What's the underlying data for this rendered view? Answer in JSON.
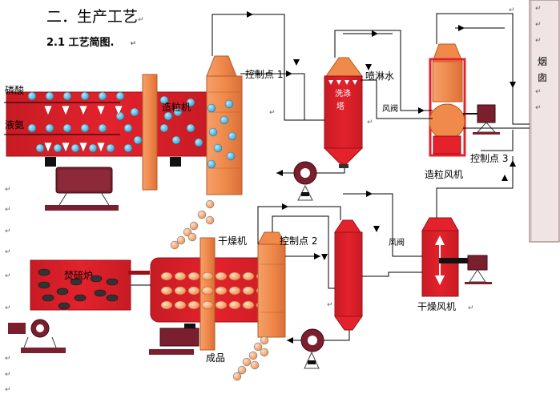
{
  "heading": "二．生产工艺",
  "subheading": "2.1 工艺简图.",
  "labels": {
    "phosphoric_acid": "磷酸",
    "liquid_ammonia": "液氨",
    "granulator": "造粒机",
    "control_point_1": "控制点 1",
    "scrubber_line1": "洗涤",
    "scrubber_line2": "塔",
    "spray_water": "喷淋水",
    "damper_top": "风阀",
    "control_point_3": "控制点 3",
    "granulation_fan": "造粒风机",
    "chimney_line1": "烟",
    "chimney_line2": "囱",
    "sulfur_furnace": "焚硫炉",
    "dryer": "干燥机",
    "control_point_2": "控制点 2",
    "damper_bottom": "风阀",
    "drying_fan": "干燥风机",
    "product": "成品"
  },
  "paragraph_mark": "↵",
  "colors": {
    "red": "#e3222c",
    "red_dark": "#9b1018",
    "orange": "#f08a4b",
    "orange_dark": "#b85a22",
    "blue_ball": "#2f9fd0",
    "maroon": "#7a1f2e",
    "gray_panel": "#f1e4e4",
    "line": "#000000"
  }
}
